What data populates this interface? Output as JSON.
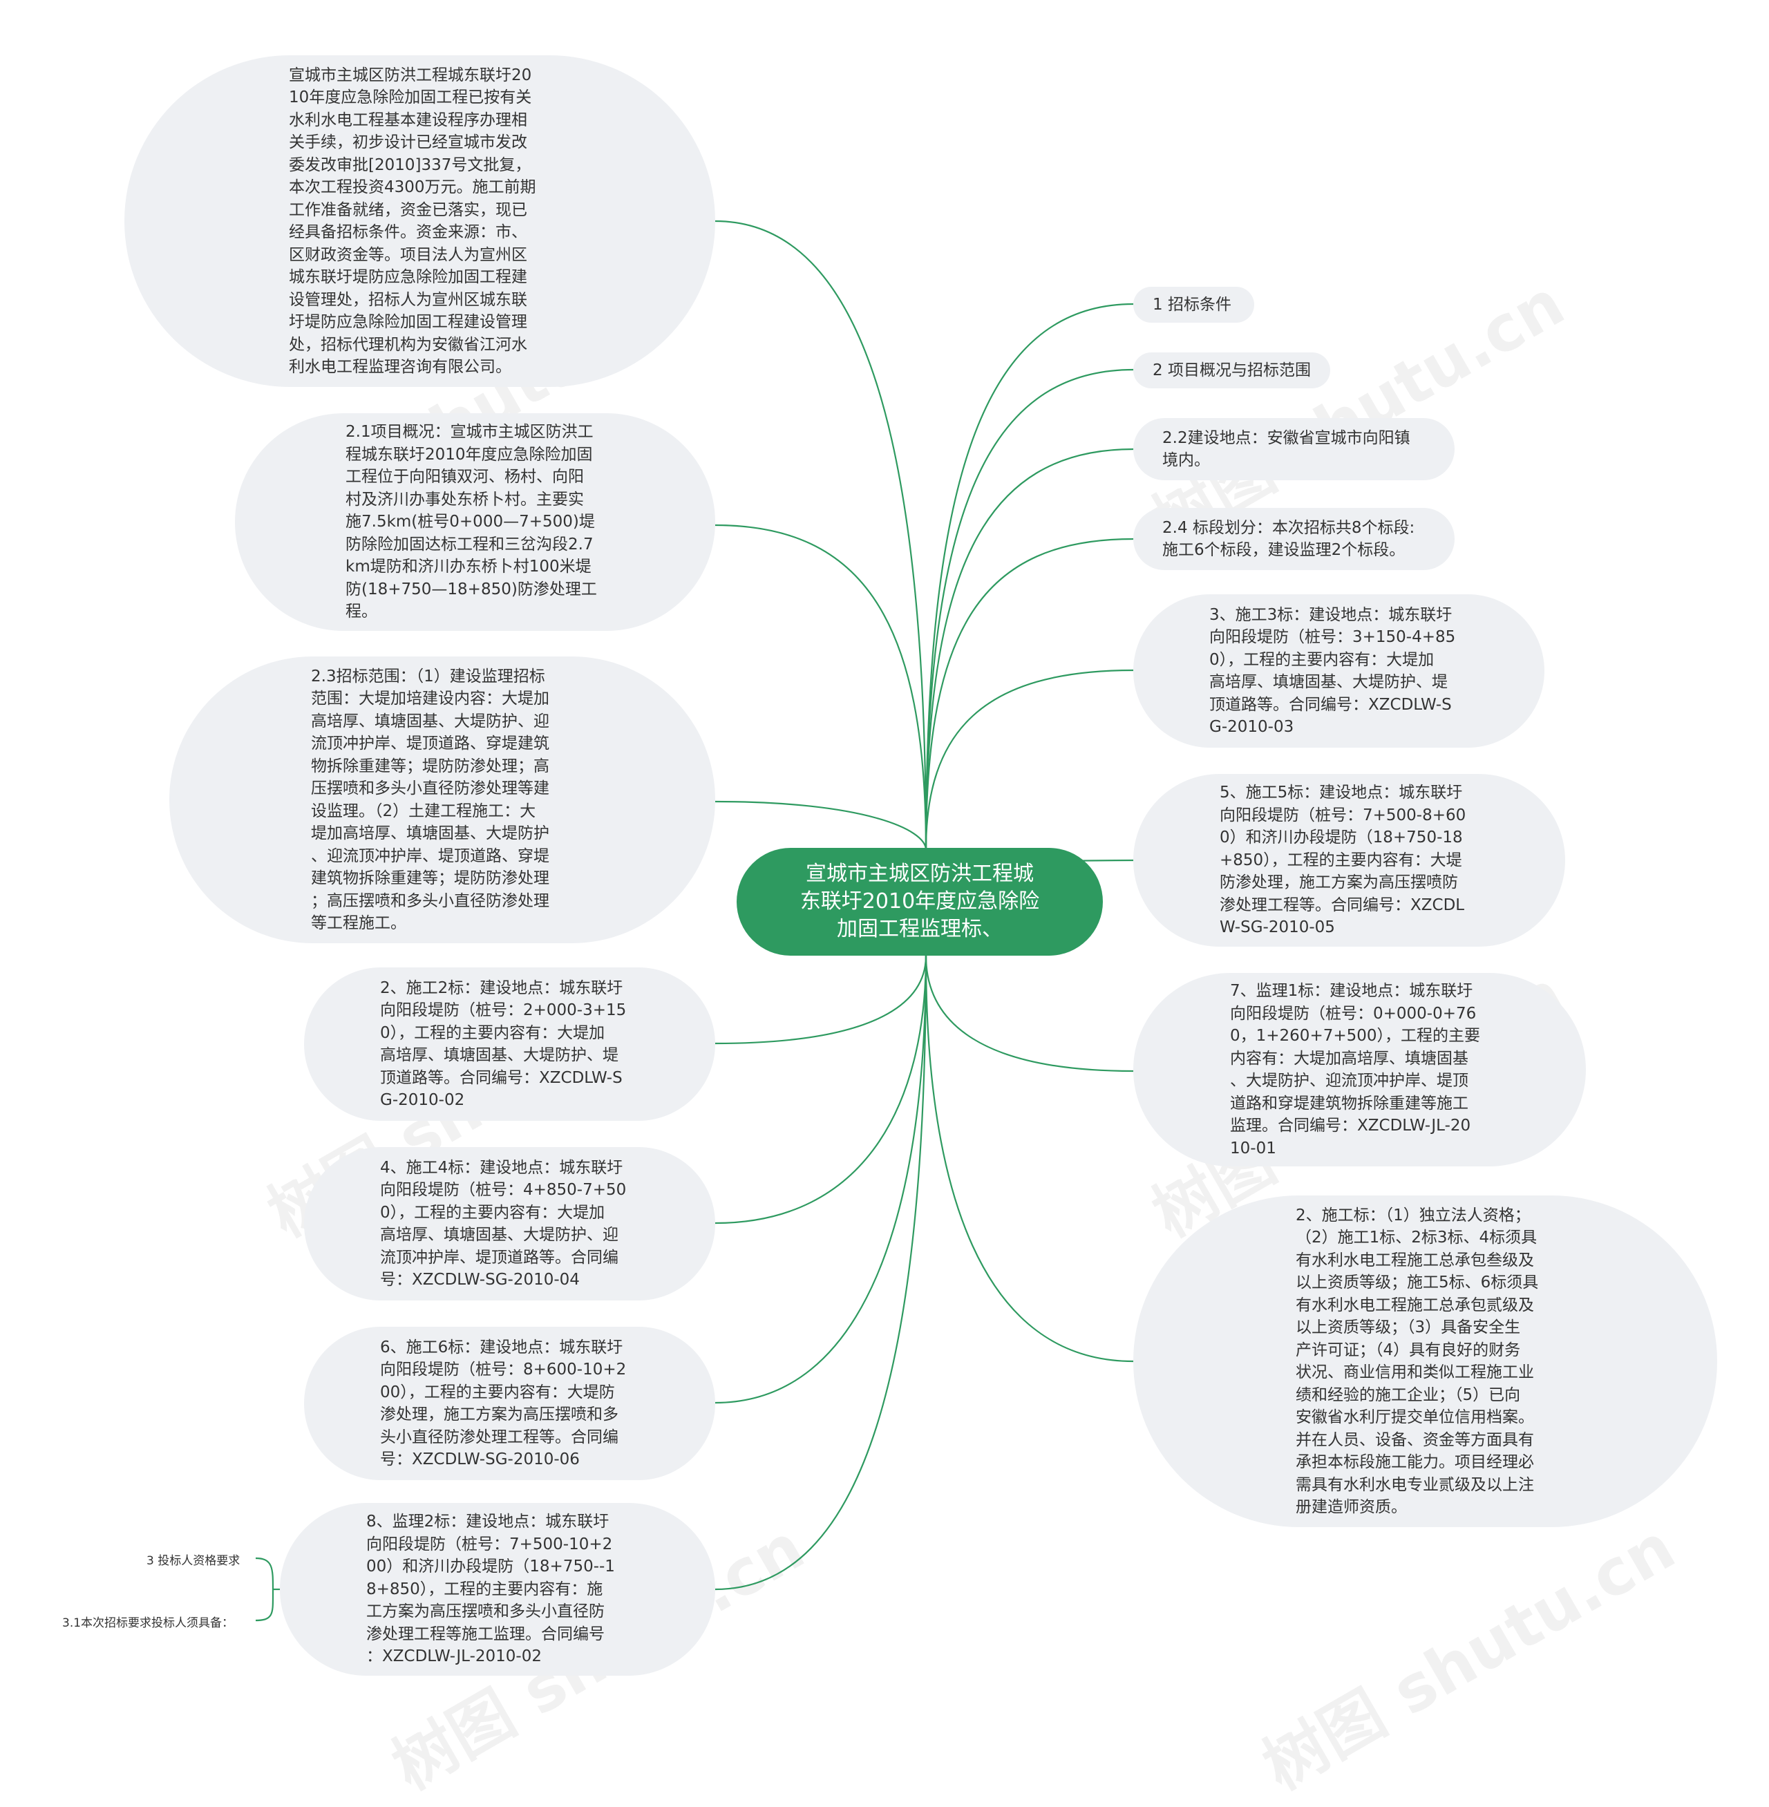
{
  "center": {
    "title": "宣城市主城区防洪工程城\n东联圩2010年度应急除险\n加固工程监理标、"
  },
  "left_nodes": [
    {
      "text": "宣城市主城区防洪工程城东联圩20\n10年度应急除险加固工程已按有关\n水利水电工程基本建设程序办理相\n关手续，初步设计已经宣城市发改\n委发改审批[2010]337号文批复，\n本次工程投资4300万元。施工前期\n工作准备就绪，资金已落实，现已\n经具备招标条件。资金来源：市、\n区财政资金等。项目法人为宣州区\n城东联圩堤防应急除险加固工程建\n设管理处，招标人为宣州区城东联\n圩堤防应急除险加固工程建设管理\n处，招标代理机构为安徽省江河水\n利水电工程监理咨询有限公司。"
    },
    {
      "text": "2.1项目概况：宣城市主城区防洪工\n程城东联圩2010年度应急除险加固\n工程位于向阳镇双河、杨村、向阳\n村及济川办事处东桥卜村。主要实\n施7.5km(桩号0+000—7+500)堤\n防除险加固达标工程和三岔沟段2.7\nkm堤防和济川办东桥卜村100米堤\n防(18+750—18+850)防渗处理工\n程。"
    },
    {
      "text": "2.3招标范围：（1）建设监理招标\n范围：大堤加培建设内容：大堤加\n高培厚、填塘固基、大堤防护、迎\n流顶冲护岸、堤顶道路、穿堤建筑\n物拆除重建等；堤防防渗处理；高\n压摆喷和多头小直径防渗处理等建\n设监理。（2）土建工程施工：大\n堤加高培厚、填塘固基、大堤防护\n、迎流顶冲护岸、堤顶道路、穿堤\n建筑物拆除重建等；堤防防渗处理\n；高压摆喷和多头小直径防渗处理\n等工程施工。"
    },
    {
      "text": "2、施工2标：建设地点：城东联圩\n向阳段堤防（桩号：2+000-3+15\n0），工程的主要内容有：大堤加\n高培厚、填塘固基、大堤防护、堤\n顶道路等。合同编号：XZCDLW-S\nG-2010-02"
    },
    {
      "text": "4、施工4标：建设地点：城东联圩\n向阳段堤防（桩号：4+850-7+50\n0），工程的主要内容有：大堤加\n高培厚、填塘固基、大堤防护、迎\n流顶冲护岸、堤顶道路等。合同编\n号：XZCDLW-SG-2010-04"
    },
    {
      "text": "6、施工6标：建设地点：城东联圩\n向阳段堤防（桩号：8+600-10+2\n00），工程的主要内容有：大堤防\n渗处理，施工方案为高压摆喷和多\n头小直径防渗处理工程等。合同编\n号：XZCDLW-SG-2010-06"
    },
    {
      "text": "8、监理2标：建设地点：城东联圩\n向阳段堤防（桩号：7+500-10+2\n00）和济川办段堤防（18+750--1\n8+850），工程的主要内容有：施\n工方案为高压摆喷和多头小直径防\n渗处理工程等施工监理。合同编号\n：XZCDLW-JL-2010-02"
    }
  ],
  "right_nodes": [
    {
      "text": "1 招标条件"
    },
    {
      "text": "2 项目概况与招标范围"
    },
    {
      "text": "2.2建设地点：安徽省宣城市向阳镇\n境内。"
    },
    {
      "text": "2.4 标段划分：本次招标共8个标段:\n施工6个标段，建设监理2个标段。"
    },
    {
      "text": "3、施工3标：建设地点：城东联圩\n向阳段堤防（桩号：3+150-4+85\n0），工程的主要内容有：大堤加\n高培厚、填塘固基、大堤防护、堤\n顶道路等。合同编号：XZCDLW-S\nG-2010-03"
    },
    {
      "text": "5、施工5标：建设地点：城东联圩\n向阳段堤防（桩号：7+500-8+60\n0）和济川办段堤防（18+750-18\n+850），工程的主要内容有：大堤\n防渗处理，施工方案为高压摆喷防\n渗处理工程等。合同编号：XZCDL\nW-SG-2010-05"
    },
    {
      "text": "7、监理1标：建设地点：城东联圩\n向阳段堤防（桩号：0+000-0+76\n0，1+260+7+500），工程的主要\n内容有：大堤加高培厚、填塘固基\n、大堤防护、迎流顶冲护岸、堤顶\n道路和穿堤建筑物拆除重建等施工\n监理。合同编号：XZCDLW-JL-20\n10-01"
    },
    {
      "text": "2、施工标：（1）独立法人资格；\n（2）施工1标、2标3标、4标须具\n有水利水电工程施工总承包叁级及\n以上资质等级；施工5标、6标须具\n有水利水电工程施工总承包贰级及\n以上资质等级；（3）具备安全生\n产许可证；（4）具有良好的财务\n状况、商业信用和类似工程施工业\n绩和经验的施工企业；（5）已向\n安徽省水利厅提交单位信用档案。\n并在人员、设备、资金等方面具有\n承担本标段施工能力。项目经理必\n需具有水利水电专业贰级及以上注\n册建造师资质。"
    }
  ],
  "sub_nodes": [
    {
      "text": "3 投标人资格要求"
    },
    {
      "text": "3.1本次招标要求投标人须具备："
    }
  ],
  "watermark": "树图 shutu.cn",
  "colors": {
    "edge": "#2e9a60",
    "center_fill": "#2e9a60",
    "node_fill": "#eef0f3",
    "text": "#333333"
  }
}
